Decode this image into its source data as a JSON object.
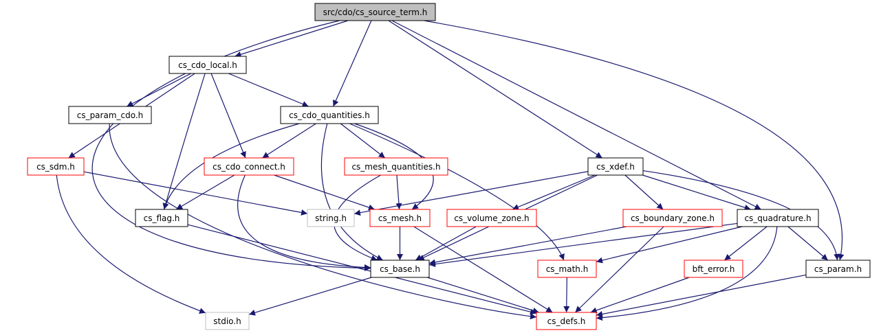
{
  "title": "src/cdo/cs_source_term.h",
  "colors": {
    "root_fill": "#bfbfbf",
    "border_black": "#000000",
    "border_red": "#ff0000",
    "border_gray": "#bfbfbf",
    "edge": "#191970"
  },
  "nodes": [
    {
      "id": "cs_source_term",
      "label": "src/cdo/cs_source_term.h",
      "kind": "root"
    },
    {
      "id": "cs_cdo_local",
      "label": "cs_cdo_local.h",
      "kind": "black"
    },
    {
      "id": "cs_param_cdo",
      "label": "cs_param_cdo.h",
      "kind": "black"
    },
    {
      "id": "cs_cdo_quantities",
      "label": "cs_cdo_quantities.h",
      "kind": "black"
    },
    {
      "id": "cs_xdef",
      "label": "cs_xdef.h",
      "kind": "black"
    },
    {
      "id": "cs_sdm",
      "label": "cs_sdm.h",
      "kind": "red"
    },
    {
      "id": "cs_cdo_connect",
      "label": "cs_cdo_connect.h",
      "kind": "red"
    },
    {
      "id": "cs_mesh_quantities",
      "label": "cs_mesh_quantities.h",
      "kind": "red"
    },
    {
      "id": "cs_flag",
      "label": "cs_flag.h",
      "kind": "black"
    },
    {
      "id": "string",
      "label": "string.h",
      "kind": "gray"
    },
    {
      "id": "cs_mesh",
      "label": "cs_mesh.h",
      "kind": "red"
    },
    {
      "id": "cs_volume_zone",
      "label": "cs_volume_zone.h",
      "kind": "red"
    },
    {
      "id": "cs_boundary_zone",
      "label": "cs_boundary_zone.h",
      "kind": "red"
    },
    {
      "id": "cs_quadrature",
      "label": "cs_quadrature.h",
      "kind": "black"
    },
    {
      "id": "cs_base",
      "label": "cs_base.h",
      "kind": "black"
    },
    {
      "id": "cs_math",
      "label": "cs_math.h",
      "kind": "red"
    },
    {
      "id": "bft_error",
      "label": "bft_error.h",
      "kind": "red"
    },
    {
      "id": "cs_param",
      "label": "cs_param.h",
      "kind": "black"
    },
    {
      "id": "stdio",
      "label": "stdio.h",
      "kind": "gray"
    },
    {
      "id": "cs_defs",
      "label": "cs_defs.h",
      "kind": "red"
    }
  ],
  "edges": [
    {
      "from": "cs_source_term",
      "to": "cs_cdo_local"
    },
    {
      "from": "cs_source_term",
      "to": "cs_cdo_quantities"
    },
    {
      "from": "cs_source_term",
      "to": "cs_xdef"
    },
    {
      "from": "cs_source_term",
      "to": "cs_quadrature"
    },
    {
      "from": "cs_source_term",
      "to": "cs_param"
    },
    {
      "from": "cs_source_term",
      "to": "cs_base"
    },
    {
      "from": "cs_cdo_local",
      "to": "cs_sdm"
    },
    {
      "from": "cs_cdo_local",
      "to": "cs_param_cdo"
    },
    {
      "from": "cs_cdo_local",
      "to": "cs_flag"
    },
    {
      "from": "cs_cdo_local",
      "to": "cs_cdo_connect"
    },
    {
      "from": "cs_cdo_local",
      "to": "cs_cdo_quantities"
    },
    {
      "from": "cs_param_cdo",
      "to": "cs_defs"
    },
    {
      "from": "cs_cdo_quantities",
      "to": "cs_flag"
    },
    {
      "from": "cs_cdo_quantities",
      "to": "cs_cdo_connect"
    },
    {
      "from": "cs_cdo_quantities",
      "to": "cs_mesh_quantities"
    },
    {
      "from": "cs_cdo_quantities",
      "to": "cs_mesh"
    },
    {
      "from": "cs_cdo_quantities",
      "to": "cs_base"
    },
    {
      "from": "cs_cdo_quantities",
      "to": "cs_math"
    },
    {
      "from": "cs_sdm",
      "to": "string"
    },
    {
      "from": "cs_sdm",
      "to": "stdio"
    },
    {
      "from": "cs_cdo_connect",
      "to": "cs_flag"
    },
    {
      "from": "cs_cdo_connect",
      "to": "cs_mesh"
    },
    {
      "from": "cs_cdo_connect",
      "to": "cs_base"
    },
    {
      "from": "cs_mesh_quantities",
      "to": "cs_mesh"
    },
    {
      "from": "cs_mesh_quantities",
      "to": "cs_base"
    },
    {
      "from": "cs_flag",
      "to": "cs_defs"
    },
    {
      "from": "cs_mesh",
      "to": "cs_base"
    },
    {
      "from": "cs_mesh",
      "to": "cs_defs"
    },
    {
      "from": "cs_xdef",
      "to": "string"
    },
    {
      "from": "cs_xdef",
      "to": "cs_volume_zone"
    },
    {
      "from": "cs_xdef",
      "to": "cs_boundary_zone"
    },
    {
      "from": "cs_xdef",
      "to": "cs_quadrature"
    },
    {
      "from": "cs_xdef",
      "to": "cs_param"
    },
    {
      "from": "cs_xdef",
      "to": "cs_base"
    },
    {
      "from": "cs_volume_zone",
      "to": "cs_base"
    },
    {
      "from": "cs_boundary_zone",
      "to": "cs_base"
    },
    {
      "from": "cs_boundary_zone",
      "to": "cs_defs"
    },
    {
      "from": "cs_quadrature",
      "to": "cs_base"
    },
    {
      "from": "cs_quadrature",
      "to": "cs_math"
    },
    {
      "from": "cs_quadrature",
      "to": "bft_error"
    },
    {
      "from": "cs_quadrature",
      "to": "cs_param"
    },
    {
      "from": "cs_quadrature",
      "to": "cs_defs"
    },
    {
      "from": "cs_base",
      "to": "stdio"
    },
    {
      "from": "cs_base",
      "to": "cs_defs"
    },
    {
      "from": "cs_math",
      "to": "cs_defs"
    },
    {
      "from": "bft_error",
      "to": "cs_defs"
    },
    {
      "from": "cs_param",
      "to": "cs_defs"
    }
  ]
}
